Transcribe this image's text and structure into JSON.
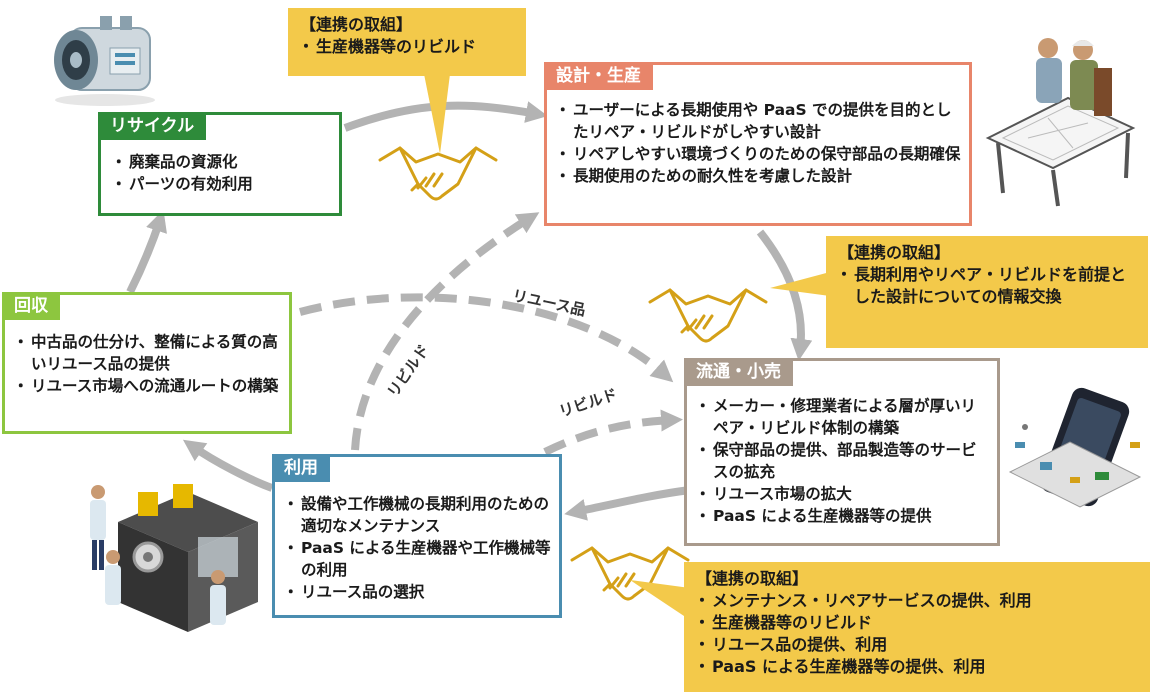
{
  "colors": {
    "recycle": "#2e8b3a",
    "collect": "#8dc63f",
    "design": "#e8856a",
    "distribution": "#a99a8c",
    "use": "#4a8db0",
    "callout": "#f3c94a",
    "flow": "#b3b3b3",
    "handshake": "#d4a017"
  },
  "recycle": {
    "title": "リサイクル",
    "items": [
      "廃棄品の資源化",
      "パーツの有効利用"
    ]
  },
  "collect": {
    "title": "回収",
    "items": [
      "中古品の仕分け、整備による質の高いリユース品の提供",
      "リユース市場への流通ルートの構築"
    ]
  },
  "design": {
    "title": "設計・生産",
    "items": [
      "ユーザーによる長期使用や PaaS での提供を目的としたリペア・リビルドがしやすい設計",
      "リペアしやすい環境づくりのための保守部品の長期確保",
      "長期使用のための耐久性を考慮した設計"
    ]
  },
  "distribution": {
    "title": "流通・小売",
    "items": [
      "メーカー・修理業者による層が厚いリペア・リビルド体制の構築",
      "保守部品の提供、部品製造等のサービスの拡充",
      "リユース市場の拡大",
      "PaaS による生産機器等の提供"
    ]
  },
  "use": {
    "title": "利用",
    "items": [
      "設備や工作機械の長期利用のための適切なメンテナンス",
      "PaaS による生産機器や工作機械等の利用",
      "リユース品の選択"
    ]
  },
  "callout_top": {
    "title": "【連携の取組】",
    "items": [
      "生産機器等のリビルド"
    ]
  },
  "callout_right": {
    "title": "【連携の取組】",
    "items": [
      "長期利用やリペア・リビルドを前提とした設計についての情報交換"
    ]
  },
  "callout_bottom": {
    "title": "【連携の取組】",
    "items": [
      "メンテナンス・リペアサービスの提供、利用",
      "生産機器等のリビルド",
      "リユース品の提供、利用",
      "PaaS による生産機器等の提供、利用"
    ]
  },
  "flow_labels": {
    "reuse": "リユース品",
    "rebuild_left": "リビルド",
    "rebuild_right": "リビルド"
  },
  "icons": {
    "handshake": "handshake-icon",
    "compressor": "compressor-illustration",
    "engineers": "engineers-desk-illustration",
    "machine_workers": "factory-machine-illustration",
    "smartphone": "smartphone-parts-illustration"
  }
}
